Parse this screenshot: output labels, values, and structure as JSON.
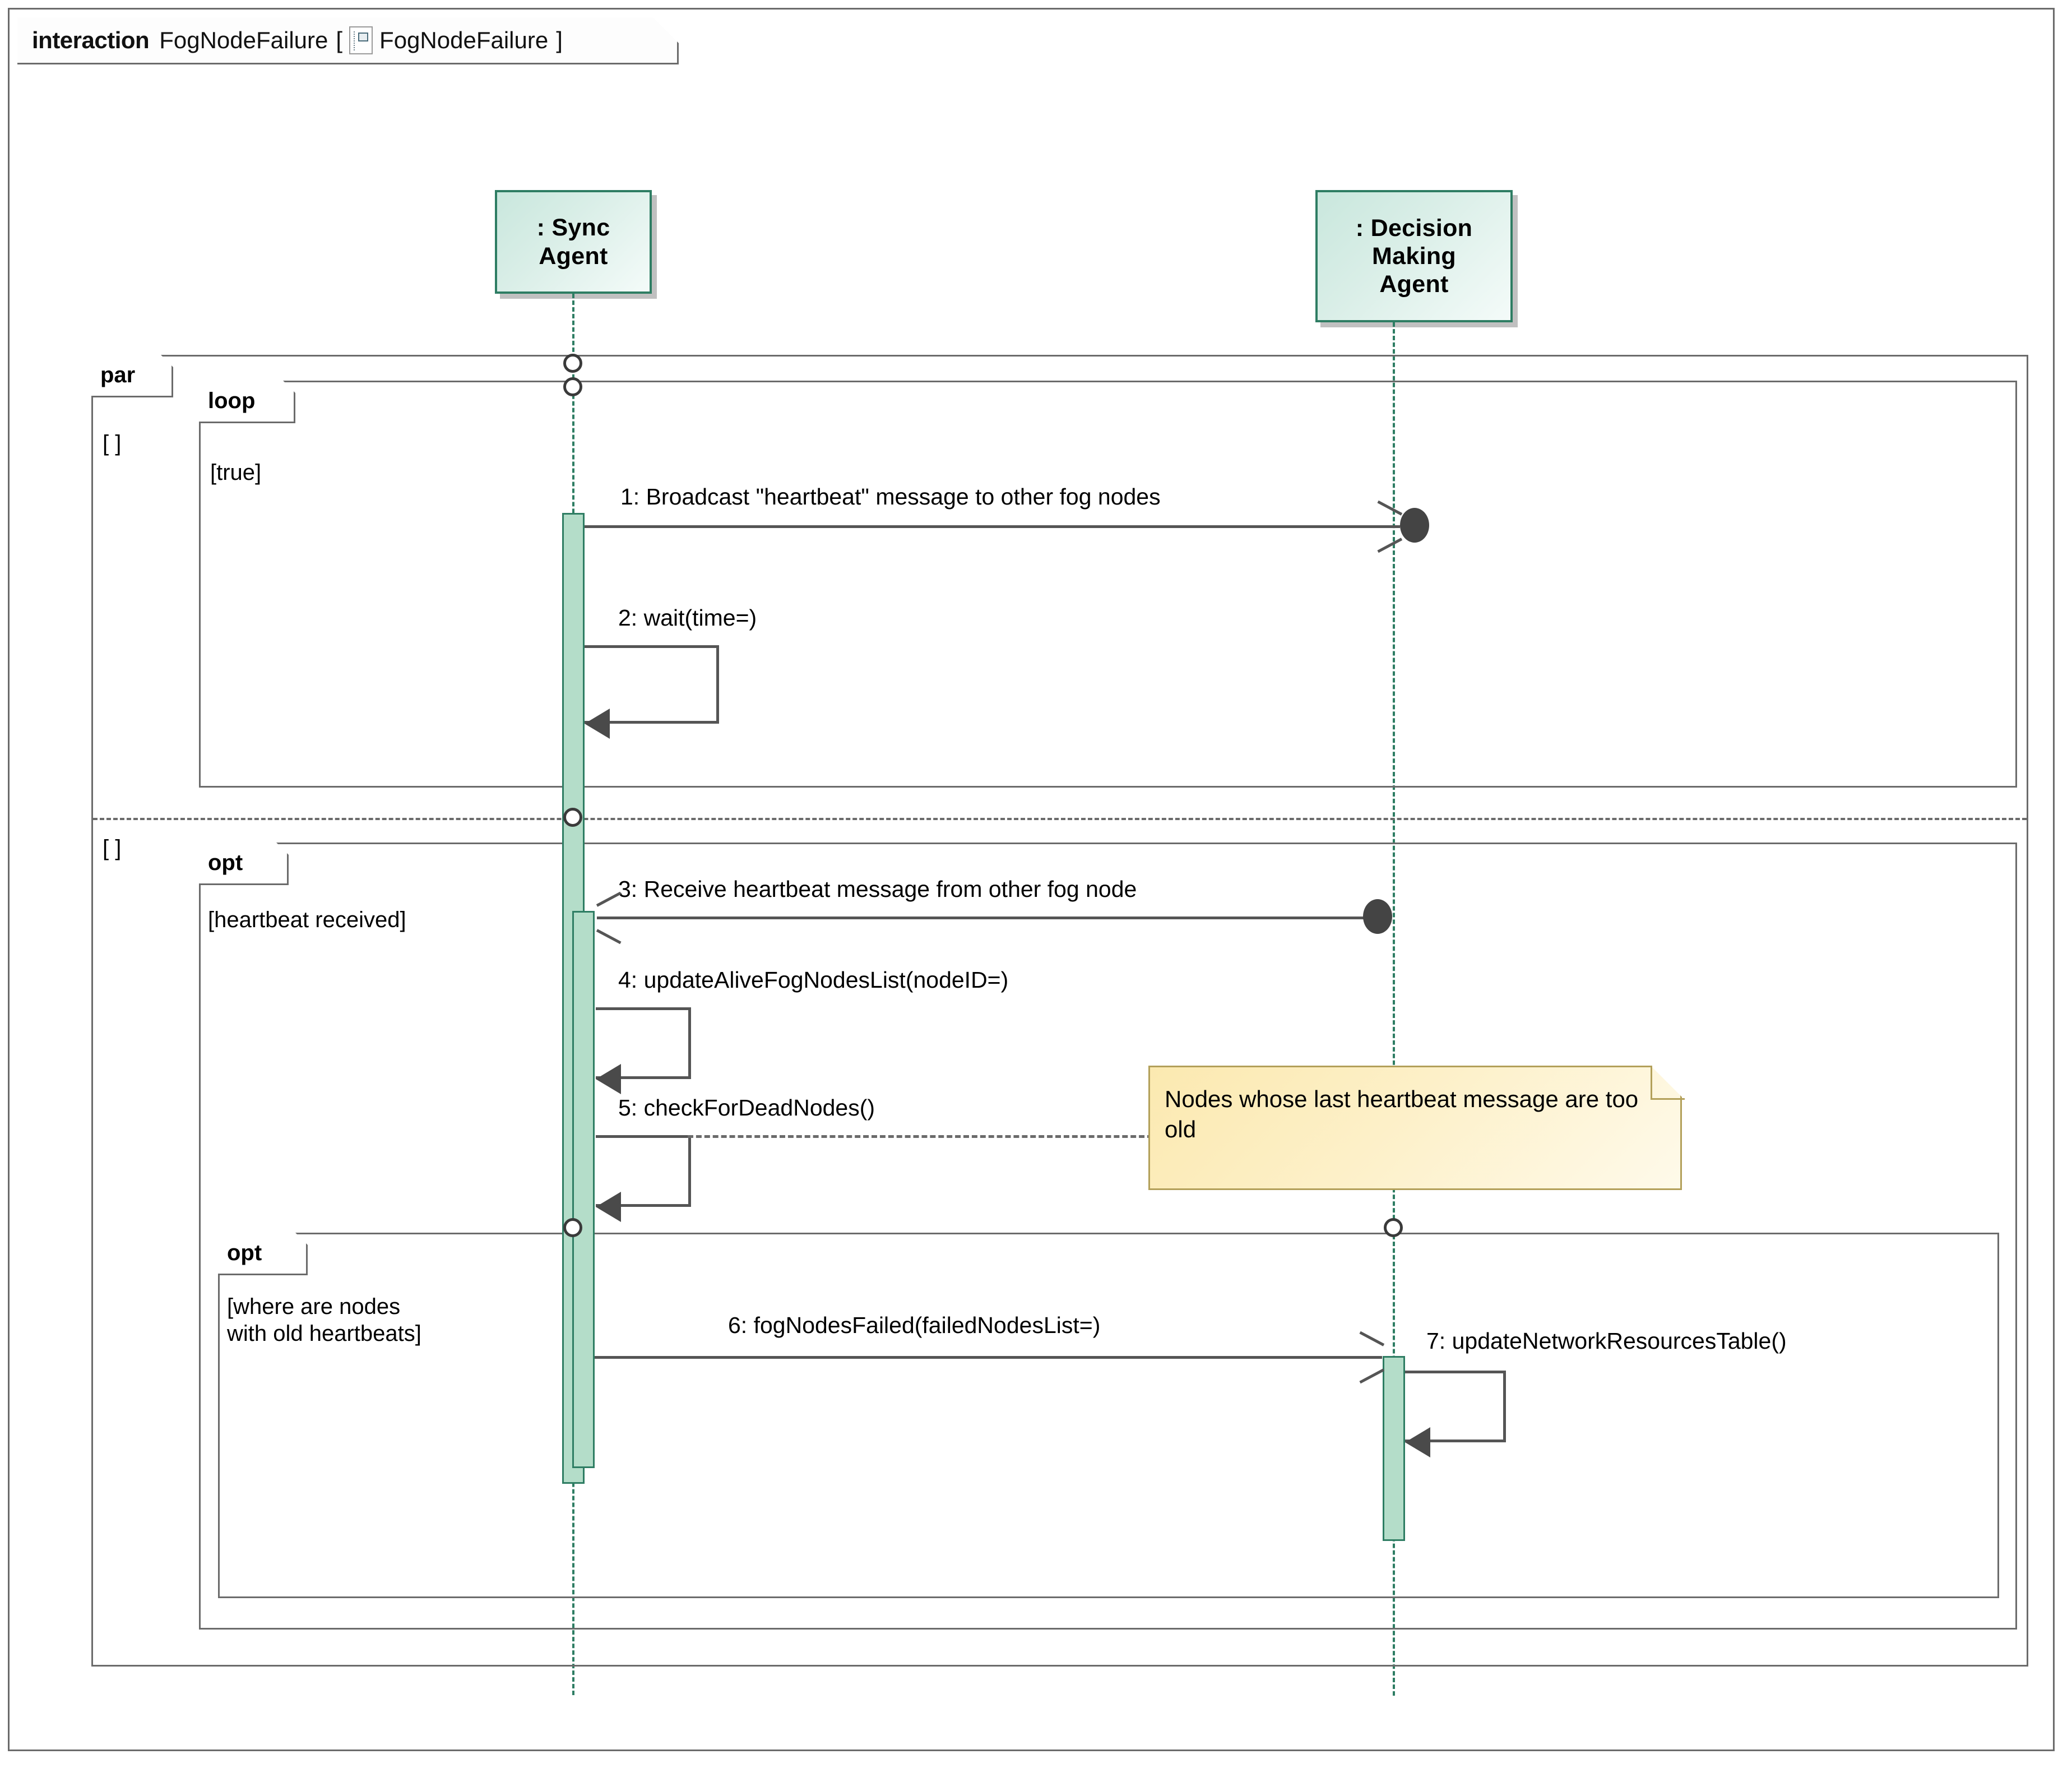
{
  "frame": {
    "keyword": "interaction",
    "name": "FogNodeFailure",
    "bracket_open": "[",
    "icon": "sequence-diagram-icon",
    "diagram_name": "FogNodeFailure",
    "bracket_close": "]"
  },
  "lifelines": [
    {
      "id": "sync-agent",
      "label": ": Sync\nAgent"
    },
    {
      "id": "decision-making-agent",
      "label": ": Decision\nMaking\nAgent"
    }
  ],
  "fragments": [
    {
      "id": "par",
      "operator": "par",
      "guards": [
        "[ ]",
        "[ ]"
      ]
    },
    {
      "id": "loop",
      "operator": "loop",
      "guard": "[true]"
    },
    {
      "id": "opt-heartbeat",
      "operator": "opt",
      "guard": "[heartbeat received]"
    },
    {
      "id": "opt-old-heartbeats",
      "operator": "opt",
      "guard": "[where are nodes\nwith old heartbeats]"
    }
  ],
  "messages": [
    {
      "num": "1",
      "label": "1: Broadcast \"heartbeat\" message to other fog nodes",
      "kind": "lost",
      "from": "sync-agent",
      "to": "outside"
    },
    {
      "num": "2",
      "label": "2: wait(time=)",
      "kind": "self",
      "from": "sync-agent",
      "to": "sync-agent"
    },
    {
      "num": "3",
      "label": "3: Receive heartbeat message from other fog node",
      "kind": "found",
      "from": "outside",
      "to": "sync-agent"
    },
    {
      "num": "4",
      "label": "4: updateAliveFogNodesList(nodeID=)",
      "kind": "self",
      "from": "sync-agent",
      "to": "sync-agent"
    },
    {
      "num": "5",
      "label": "5: checkForDeadNodes()",
      "kind": "self",
      "from": "sync-agent",
      "to": "sync-agent"
    },
    {
      "num": "6",
      "label": "6: fogNodesFailed(failedNodesList=)",
      "kind": "sync",
      "from": "sync-agent",
      "to": "decision-making-agent"
    },
    {
      "num": "7",
      "label": "7: updateNetworkResourcesTable()",
      "kind": "self",
      "from": "decision-making-agent",
      "to": "decision-making-agent"
    }
  ],
  "note": {
    "text": "Nodes whose last heartbeat message are too old",
    "attached_to": "5: checkForDeadNodes()"
  },
  "colors": {
    "lifeline_border": "#2e7d63",
    "lifeline_fill": "#d6efe7",
    "activation_fill": "#b4ddc9",
    "frame_border": "#6b6b6b",
    "note_fill": "#fbe9b0",
    "note_border": "#b3a05a",
    "message_line": "#555555"
  }
}
